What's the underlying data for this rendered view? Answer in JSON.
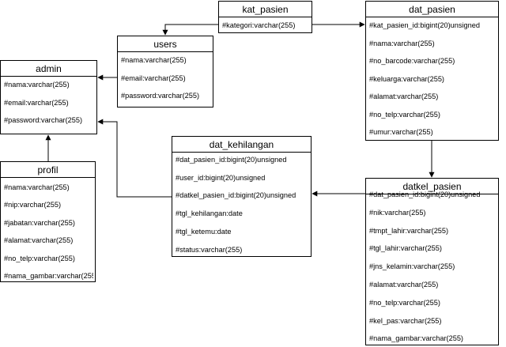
{
  "diagram": {
    "entities": [
      {
        "id": "admin",
        "title": "admin",
        "fields": [
          "#nama:varchar(255)",
          "#email:varchar(255)",
          "#password:varchar(255)"
        ]
      },
      {
        "id": "users",
        "title": "users",
        "fields": [
          "#nama:varchar(255)",
          "#email:varchar(255)",
          "#password:varchar(255)"
        ]
      },
      {
        "id": "kat_pasien",
        "title": "kat_pasien",
        "fields": [
          "#kategori:varchar(255)"
        ]
      },
      {
        "id": "dat_pasien",
        "title": "dat_pasien",
        "fields": [
          "#kat_pasien_id:bigint(20)unsigned",
          "#nama:varchar(255)",
          "#no_barcode:varchar(255)",
          "#keluarga:varchar(255)",
          "#alamat:varchar(255)",
          "#no_telp:varchar(255)",
          "#umur:varchar(255)"
        ]
      },
      {
        "id": "profil",
        "title": "profil",
        "fields": [
          "#nama:varchar(255)",
          "#nip:varchar(255)",
          "#jabatan:varchar(255)",
          "#alamat:varchar(255)",
          "#no_telp:varchar(255)",
          "#nama_gambar:varchar(255"
        ]
      },
      {
        "id": "dat_kehilangan",
        "title": "dat_kehilangan",
        "fields": [
          "#dat_pasien_id:bigint(20)unsigned",
          "#user_id:bigint(20)unsigned",
          "#datkel_pasien_id:bigint(20)unsigned",
          "#tgl_kehilangan:date",
          "#tgl_ketemu:date",
          "#status:varchar(255)"
        ]
      },
      {
        "id": "datkel_pasien",
        "title": "datkel_pasien",
        "fields": [
          "#dat_pasien_id:bigint(20)unsigned",
          "#nik:varchar(255)",
          "#tmpt_lahir:varchar(255)",
          "#tgl_lahir:varchar(255)",
          "#jns_kelamin:varchar(255)",
          "#alamat:varchar(255)",
          "#no_telp:varchar(255)",
          "#kel_pas:varchar(255)",
          "#nama_gambar:varchar(255)"
        ]
      }
    ],
    "relations": [
      {
        "from": "kat_pasien",
        "to": "users"
      },
      {
        "from": "kat_pasien",
        "to": "dat_pasien"
      },
      {
        "from": "users",
        "to": "admin"
      },
      {
        "from": "profil",
        "to": "admin"
      },
      {
        "from": "dat_kehilangan",
        "to": "admin"
      },
      {
        "from": "dat_pasien",
        "to": "datkel_pasien"
      },
      {
        "from": "datkel_pasien",
        "to": "dat_kehilangan"
      }
    ]
  }
}
